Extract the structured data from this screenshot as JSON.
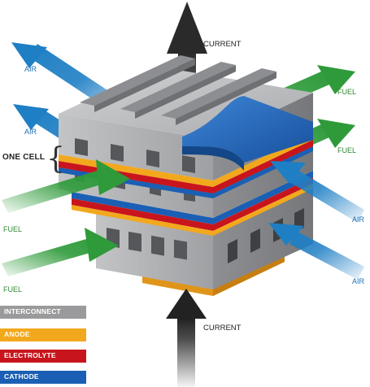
{
  "labels": {
    "current_top": "CURRENT",
    "current_bottom": "CURRENT",
    "air_top": "AIR",
    "air_mid": "AIR",
    "air_right_upper": "AIR",
    "air_right_lower": "AIR",
    "fuel_top_right": "FUEL",
    "fuel_mid_right": "FUEL",
    "fuel_left_upper": "FUEL",
    "fuel_left_lower": "FUEL",
    "one_cell": "ONE CELL"
  },
  "legend": [
    {
      "label": "INTERCONNECT",
      "color": "#9a9a9c"
    },
    {
      "label": "ANODE",
      "color": "#f2a81d"
    },
    {
      "label": "ELECTROLYTE",
      "color": "#c8151d"
    },
    {
      "label": "CATHODE",
      "color": "#1a5fb4"
    }
  ],
  "colors": {
    "air": "#1f7fc4",
    "fuel": "#2e9a3a",
    "current": "#3a3a3a",
    "interconnect": "#a7a8aa",
    "anode": "#f2a81d",
    "electrolyte": "#c8151d",
    "cathode": "#1a5fb4"
  }
}
